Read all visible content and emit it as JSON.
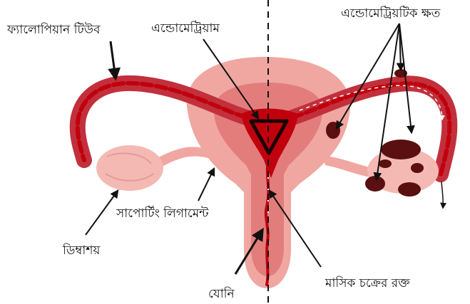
{
  "labels": {
    "fallopian_tube": "ফ্যালোপিয়ান টিউব",
    "endometrium": "এন্ডোমেট্রিয়াম",
    "endometriotic_lesions": "এন্ডোমেট্রিয়টিক ক্ষত",
    "supporting_ligament": "সাপোর্টিং লিগামেন্ট",
    "ovary": "ডিম্বাশয়",
    "vagina": "যোনি",
    "menstrual_blood": "মাসিক চক্রের রক্ত"
  },
  "colors": {
    "uterus_fill": "#f0a7a1",
    "tube_fill": "#c2303c",
    "blood": "#c1000e",
    "ovary_fill": "#f4b9b3",
    "lesion_fill": "#5a1010",
    "arrow": "#111111"
  }
}
